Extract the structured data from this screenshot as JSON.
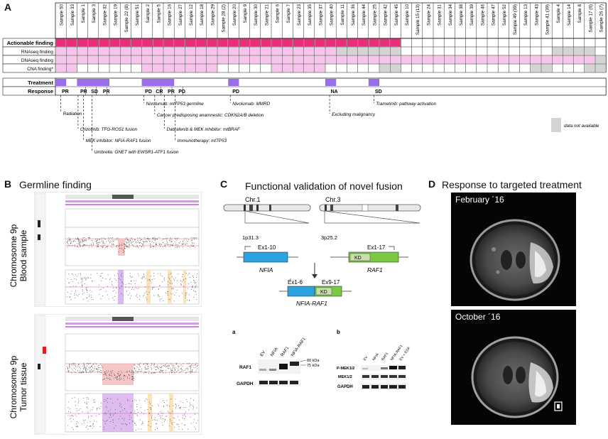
{
  "panelA": {
    "letter": "A",
    "samples": [
      "Sample 50",
      "Sample 33",
      "Sample 1",
      "Sample 3",
      "Sample 32",
      "Sample 19",
      "Sample 22 (8)",
      "Sample 51",
      "Sample 2",
      "Sample 5",
      "Sample 16",
      "Sample 27",
      "Sample 12",
      "Sample 18",
      "Sample 29",
      "Sample 28 (2)",
      "Sample 20",
      "Sample 9",
      "Sample 30",
      "Sample 21",
      "Sample 6",
      "Sample 7",
      "Sample 23",
      "Sample 35",
      "Sample 37",
      "Sample 40",
      "Sample 11",
      "Sample 36",
      "Sample 44",
      "Sample 25",
      "Sample 42",
      "Sample 45",
      "Sample 10",
      "Sample 15 (13)",
      "Sample 24",
      "Sample 31",
      "Sample 34",
      "Sample 38",
      "Sample 39",
      "Sample 46",
      "Sample 47",
      "Sample 52",
      "Sample 49 (39)",
      "Sample 13",
      "Sample 43",
      "Sample 41 (39)",
      "Sample 4",
      "Sample 14",
      "Sample 8",
      "Sample 17 (6)",
      "Sample 26 (7)"
    ],
    "row_labels": [
      "Actionable finding",
      "RNAseq finding",
      "DNAseq finding",
      "CNA finding*"
    ],
    "treatment_label": "Treatment",
    "response_label": "Response",
    "responses": [
      "PR",
      "PR",
      "SD",
      "PR",
      "PD",
      "CR",
      "PR",
      "PD",
      "PD",
      "NA",
      "SD"
    ],
    "annotations": [
      "Radiation",
      "Crizotinib: TFG-ROS1 fusion",
      "MEK inhibitor: NFIA-RAF1 fusion",
      "Umbrella: GNET with EWSR1-ATF1 fusion",
      "Nivolumab: mtTP53 germline",
      "Cancer predisposing anamnestic: CDKN2A/B deletion",
      "Dabrafenib & MEK inhibitor: mtBRAF",
      "Immunotherapy: mtTP53",
      "Nivolumab: MMRD",
      "Excluding malignancy",
      "Trametinib: pathway activation"
    ],
    "legend_na": "data not available",
    "colors": {
      "actionable": "#e8307a",
      "pink": "#f7c4ec",
      "gray": "#d4d4d4",
      "treatment": "#9a6ee8"
    }
  },
  "panelB": {
    "letter": "B",
    "title": "Germline finding",
    "label_top": "Chromosome 9p\nBlood sample",
    "label_top_line1": "Chromosome 9p",
    "label_top_line2": "Blood sample",
    "label_bottom_line1": "Chromosome 9p",
    "label_bottom_line2": "Tumor tissue"
  },
  "panelC": {
    "letter": "C",
    "title": "Functional validation of novel fusion",
    "chr1": "Chr.1",
    "chr3": "Chr.3",
    "band1": "1p31.3",
    "band3": "3p25.2",
    "ex_nfia": "Ex1-10",
    "ex_raf1": "Ex1-17",
    "kd": "KD",
    "gene_nfia": "NFIA",
    "gene_raf1": "RAF1",
    "fusion_ex_left": "Ex1-6",
    "fusion_ex_right": "Ex9-17",
    "fusion_name": "NFIA-RAF1",
    "blot_a": {
      "letter": "a",
      "lanes": [
        "EV",
        "NFIA",
        "RAF1",
        "NFIA-RAF1"
      ],
      "rows": [
        "RAF1",
        "GAPDH"
      ],
      "markers": [
        "80 kDa",
        "75 kDa"
      ]
    },
    "blot_b": {
      "letter": "b",
      "lanes": [
        "EV",
        "NFIA",
        "RAF1",
        "NFIA-RAF1",
        "EV + EGF"
      ],
      "rows": [
        "P-MEK1/2",
        "MEK1/2",
        "GAPDH"
      ]
    }
  },
  "panelD": {
    "letter": "D",
    "title": "Response to targeted treatment",
    "date1": "February ´16",
    "date2": "October ´16"
  }
}
